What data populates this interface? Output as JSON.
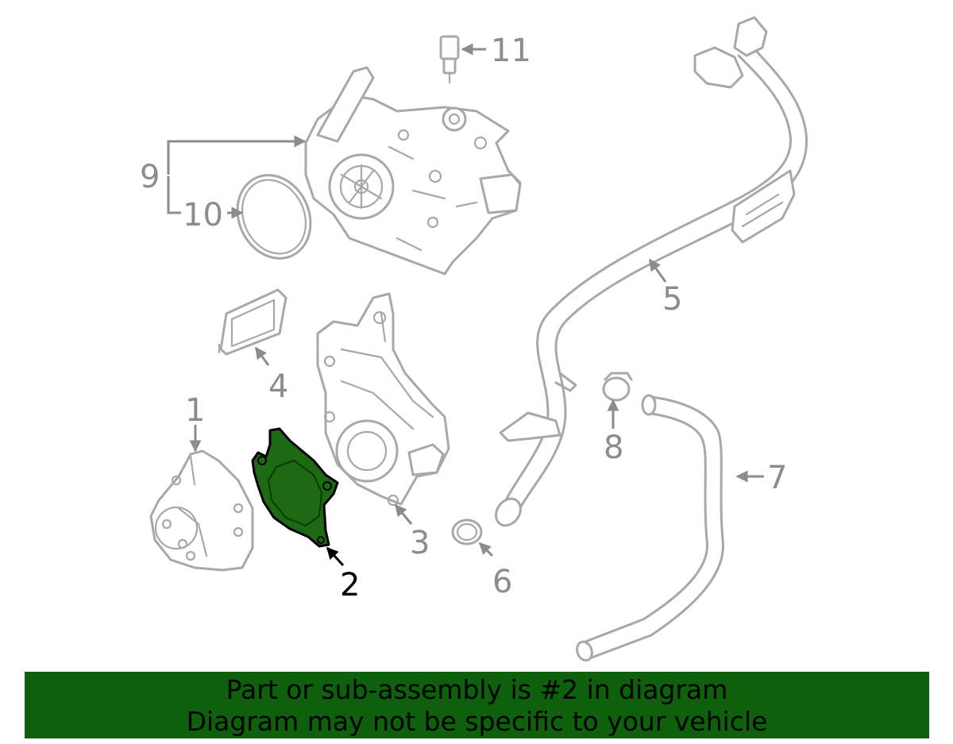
{
  "diagram": {
    "callouts": [
      "1",
      "2",
      "3",
      "4",
      "5",
      "6",
      "7",
      "8",
      "9",
      "10",
      "11"
    ],
    "highlighted_part": "2",
    "colors": {
      "line_art": "#a8a8a8",
      "callout_text": "#8c8c8c",
      "highlight_fill": "#1e6a14",
      "highlight_stroke": "#000000",
      "banner_background": "#0f600c"
    }
  },
  "banner": {
    "line1": "Part or sub-assembly is #2 in diagram",
    "line2": "Diagram may not be specific to your vehicle"
  }
}
